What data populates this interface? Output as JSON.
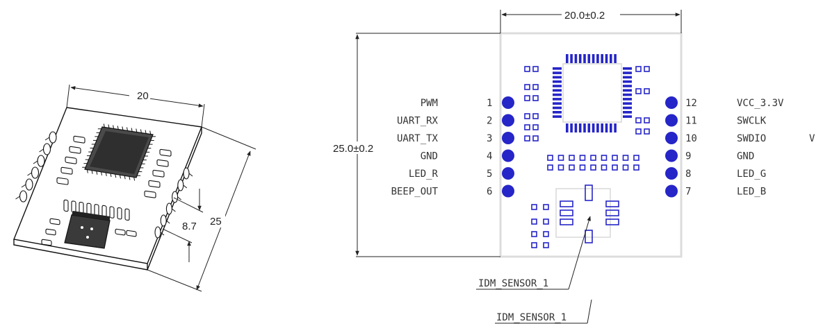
{
  "iso_view": {
    "dim_width": "20",
    "dim_height": "25",
    "dim_pin_pitch": "8.7"
  },
  "pinout": {
    "dim_width": "20.0±0.2",
    "dim_height": "25.0±0.2",
    "left_pins": [
      {
        "label": "PWM",
        "number": "1"
      },
      {
        "label": "UART_RX",
        "number": "2"
      },
      {
        "label": "UART_TX",
        "number": "3"
      },
      {
        "label": "GND",
        "number": "4"
      },
      {
        "label": "LED_R",
        "number": "5"
      },
      {
        "label": "BEEP_OUT",
        "number": "6"
      }
    ],
    "right_pins": [
      {
        "label": "VCC_3.3V",
        "number": "12"
      },
      {
        "label": "SWCLK",
        "number": "11"
      },
      {
        "label": "SWDIO",
        "number": "10"
      },
      {
        "label": "GND",
        "number": "9"
      },
      {
        "label": "LED_G",
        "number": "8"
      },
      {
        "label": "LED_B",
        "number": "7"
      }
    ],
    "sensor_label": "IDM_SENSOR_1",
    "sensor_label_2": "IDM_SENSOR_1",
    "stray_mark": "V"
  },
  "colors": {
    "pad": "#2525c8",
    "outline": "#111111",
    "board": "#e6e6e6"
  }
}
